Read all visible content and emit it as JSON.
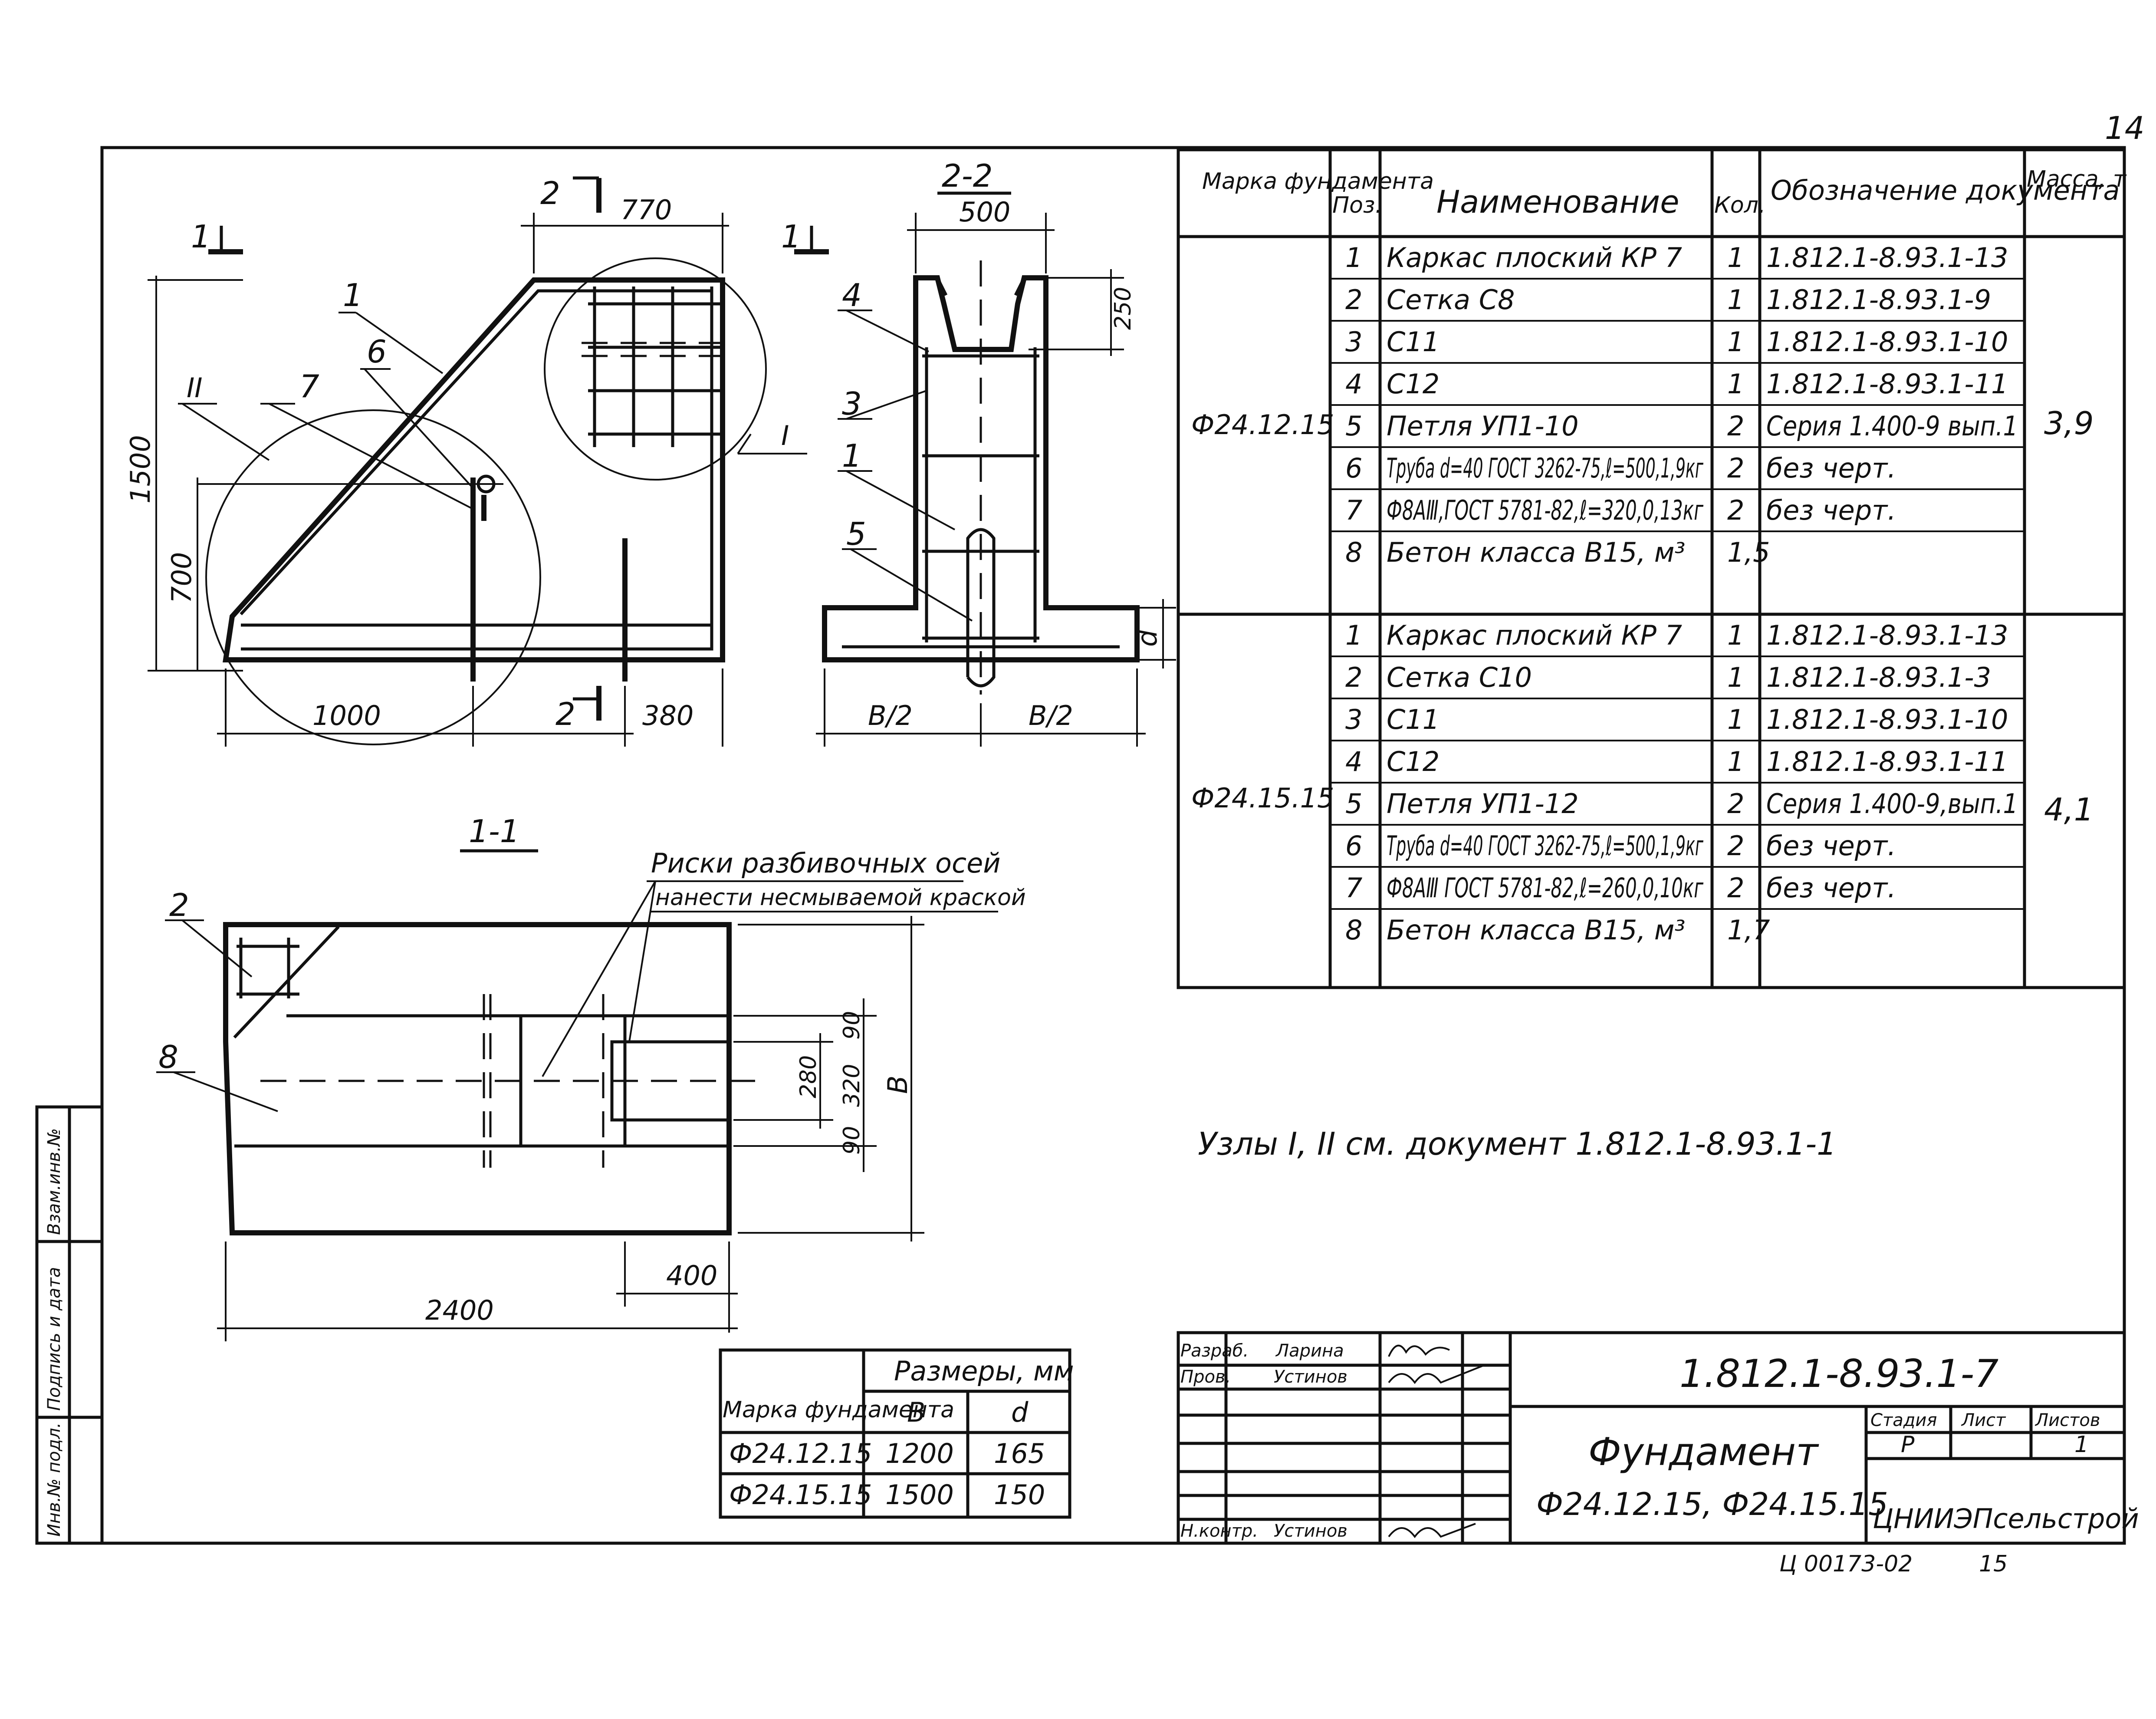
{
  "page_number": "14",
  "archive_code": "Ц 00173-02",
  "archive_page": "15",
  "views": {
    "elevation": {
      "section_mark_1": "1",
      "section_mark_2": "2",
      "dim_top": "770",
      "dim_height": "1500",
      "dim_mid": "700",
      "dim_bottom_left": "1000",
      "dim_bottom_right": "380",
      "node_1": "I",
      "node_2": "II",
      "pos_1": "1",
      "pos_6": "6",
      "pos_7": "7"
    },
    "section_2_2": {
      "title": "2-2",
      "section_mark": "1",
      "dim_top": "500",
      "dim_right": "250",
      "dim_d": "d",
      "dim_half_left": "B/2",
      "dim_half_right": "B/2",
      "pos_4": "4",
      "pos_3": "3",
      "pos_1": "1",
      "pos_5": "5"
    },
    "section_1_1": {
      "title": "1-1",
      "note_line1": "Риски разбивочных осей",
      "note_line2": "нанести несмываемой краской",
      "pos_2": "2",
      "pos_8": "8",
      "dim_90a": "90",
      "dim_280": "280",
      "dim_320": "320",
      "dim_90b": "90",
      "dim_b": "B",
      "dim_400": "400",
      "dim_2400": "2400"
    }
  },
  "spec_table": {
    "headers": [
      "Марка фундамента",
      "Поз.",
      "Наименование",
      "Кол.",
      "Обозначение документа",
      "Масса, т"
    ],
    "groups": [
      {
        "mark": "Ф24.12.15",
        "mass": "3,9",
        "rows": [
          [
            "1",
            "Каркас плоский КР 7",
            "1",
            "1.812.1-8.93.1-13"
          ],
          [
            "2",
            "Сетка С8",
            "1",
            "1.812.1-8.93.1-9"
          ],
          [
            "3",
            "С11",
            "1",
            "1.812.1-8.93.1-10"
          ],
          [
            "4",
            "С12",
            "1",
            "1.812.1-8.93.1-11"
          ],
          [
            "5",
            "Петля УП1-10",
            "2",
            "Серия 1.400-9 вып.1"
          ],
          [
            "6",
            "Труба d=40 ГОСТ 3262-75,ℓ=500,1,9кг",
            "2",
            "без черт."
          ],
          [
            "7",
            "Ф8АⅢ,ГОСТ 5781-82,ℓ=320,0,13кг",
            "2",
            "без черт."
          ],
          [
            "8",
            "Бетон класса В15, м³",
            "1,5",
            ""
          ]
        ]
      },
      {
        "mark": "Ф24.15.15",
        "mass": "4,1",
        "rows": [
          [
            "1",
            "Каркас плоский КР 7",
            "1",
            "1.812.1-8.93.1-13"
          ],
          [
            "2",
            "Сетка С10",
            "1",
            "1.812.1-8.93.1-3"
          ],
          [
            "3",
            "С11",
            "1",
            "1.812.1-8.93.1-10"
          ],
          [
            "4",
            "С12",
            "1",
            "1.812.1-8.93.1-11"
          ],
          [
            "5",
            "Петля УП1-12",
            "2",
            "Серия 1.400-9,вып.1"
          ],
          [
            "6",
            "Труба d=40 ГОСТ 3262-75,ℓ=500,1,9кг",
            "2",
            "без черт."
          ],
          [
            "7",
            "Ф8АⅢ ГОСТ 5781-82,ℓ=260,0,10кг",
            "2",
            "без черт."
          ],
          [
            "8",
            "Бетон класса В15, м³",
            "1,7",
            ""
          ]
        ]
      }
    ]
  },
  "nodes_note": "Узлы I, II см. документ 1.812.1-8.93.1-1",
  "size_table": {
    "header_mark": "Марка фундамента",
    "header_sizes": "Размеры, мм",
    "col_b": "B",
    "col_d": "d",
    "rows": [
      [
        "Ф24.12.15",
        "1200",
        "165"
      ],
      [
        "Ф24.15.15",
        "1500",
        "150"
      ]
    ]
  },
  "title_block": {
    "roles": [
      "Разраб.",
      "Пров.",
      "Н.контр."
    ],
    "names": [
      "Ларина",
      "Устинов",
      "Устинов"
    ],
    "doc_code": "1.812.1-8.93.1-7",
    "title": "Фундамент",
    "subtitle": "Ф24.12.15, Ф24.15.15",
    "stage_label": "Стадия",
    "sheet_label": "Лист",
    "sheets_label": "Листов",
    "stage": "Р",
    "sheets": "1",
    "organization": "ЦНИИЭПсельстрой"
  },
  "side_stamp": [
    "Инв.№ подл.",
    "Подпись и дата",
    "Взам.инв.№"
  ]
}
